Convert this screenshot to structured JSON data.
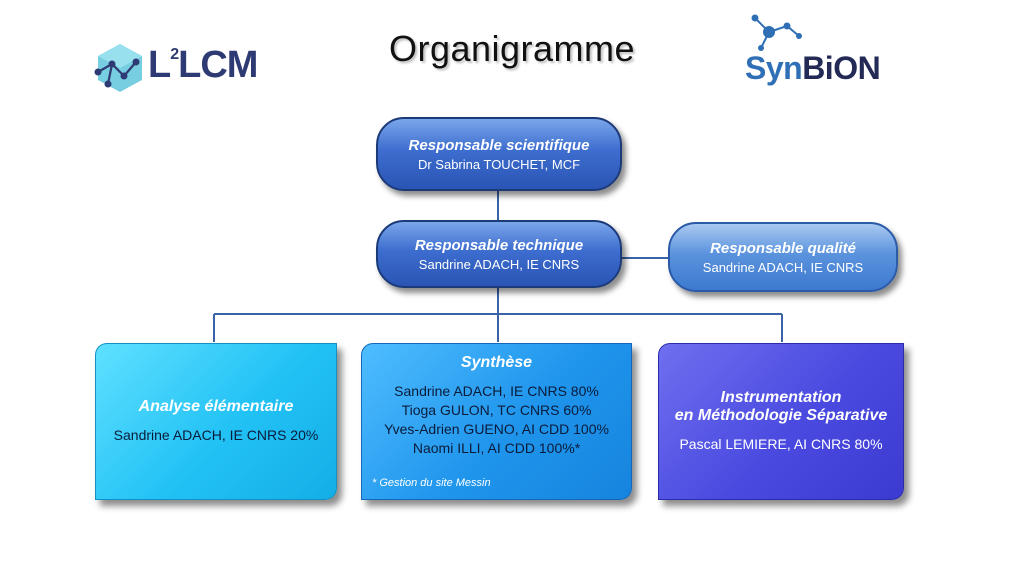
{
  "page": {
    "title": "Organigramme"
  },
  "logos": {
    "left": {
      "text": "LCM",
      "superscript": "2",
      "icon": "molecule-cube-icon",
      "color": "#2e3a73"
    },
    "right": {
      "text_part1": "Syn",
      "text_part2": "BiON",
      "icon": "molecule-icon",
      "color1": "#2f6fb6",
      "color2": "#222a55"
    }
  },
  "nodes": {
    "scientific": {
      "role": "Responsable scientifique",
      "name": "Dr Sabrina TOUCHET,  MCF"
    },
    "technical": {
      "role": "Responsable technique",
      "name": "Sandrine ADACH, IE CNRS"
    },
    "quality": {
      "role": "Responsable qualité",
      "name": "Sandrine ADACH, IE CNRS"
    }
  },
  "teams": {
    "analysis": {
      "title": "Analyse élémentaire",
      "members": [
        "Sandrine ADACH, IE CNRS 20%"
      ]
    },
    "synthesis": {
      "title": "Synthèse",
      "members": [
        "Sandrine ADACH, IE CNRS 80%",
        "Tioga GULON, TC CNRS 60%",
        "Yves-Adrien  GUENO, AI CDD 100%",
        "Naomi ILLI, AI CDD 100%*"
      ],
      "note": "* Gestion du site Messin"
    },
    "instrumentation": {
      "title_line1": "Instrumentation",
      "title_line2": "en Méthodologie Séparative",
      "members": [
        "Pascal LEMIERE,  AI CNRS 80%"
      ]
    }
  },
  "colors": {
    "connector": "#3a63a8",
    "pill_dark": "#2a55b4",
    "pill_light": "#3c79cf",
    "box_cyan": "#22c2f5",
    "box_blue": "#1f95ec",
    "box_violet": "#4a4ae0"
  }
}
